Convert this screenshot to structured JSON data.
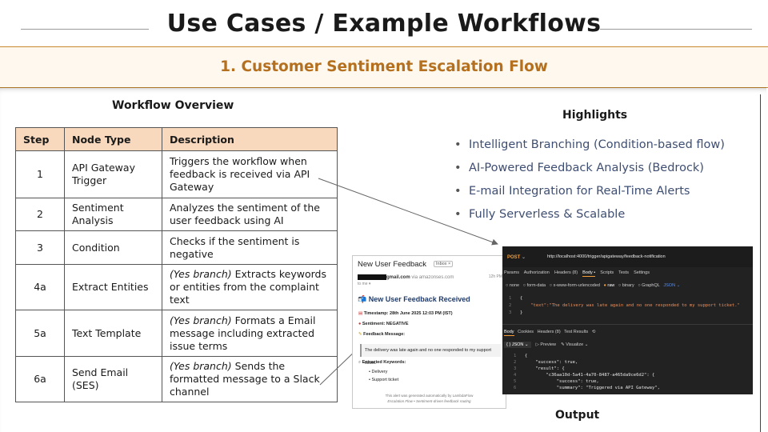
{
  "header": {
    "title": "Use Cases / Example Workflows",
    "subtitle": "1. Customer Sentiment Escalation Flow"
  },
  "workflow": {
    "title": "Workflow Overview",
    "columns": [
      "Step",
      "Node Type",
      "Description"
    ],
    "rows": [
      {
        "step": "1",
        "node": "API Gateway Trigger",
        "desc_prefix": "",
        "desc": "Triggers the workflow when feedback is received via API Gateway"
      },
      {
        "step": "2",
        "node": "Sentiment Analysis",
        "desc_prefix": "",
        "desc": "Analyzes the sentiment of the user feedback using AI"
      },
      {
        "step": "3",
        "node": "Condition",
        "desc_prefix": "",
        "desc": "Checks if the sentiment is negative"
      },
      {
        "step": "4a",
        "node": "Extract Entities",
        "desc_prefix": "(Yes branch)",
        "desc": " Extracts keywords or entities from the complaint text"
      },
      {
        "step": "5a",
        "node": "Text Template",
        "desc_prefix": "(Yes branch)",
        "desc": " Formats a Email message including extracted issue terms"
      },
      {
        "step": "6a",
        "node": "Send Email (SES)",
        "desc_prefix": "(Yes branch)",
        "desc": " Sends the formatted message to a Slack channel"
      }
    ]
  },
  "highlights": {
    "title": "Highlights",
    "items": [
      "Intelligent Branching (Condition-based flow)",
      "AI-Powered Feedback Analysis (Bedrock)",
      "E-mail Integration for Real-Time Alerts",
      "Fully Serverless & Scalable"
    ]
  },
  "email": {
    "subject": "New User Feedback",
    "inbox_badge": "Inbox ×",
    "from_domain": "gmail.com",
    "via": "via amazonses.com",
    "to_me": "to me ▾",
    "time": "12h PM",
    "heading": "New User Feedback Received",
    "timestamp": "Timestamp: 28th June 2025 12:03 PM (IST)",
    "sentiment": "Sentiment: NEGATIVE",
    "feedback_label": "Feedback Message:",
    "feedback_text": "The delivery was late again and no one responded to my support ticket.",
    "keywords_label": "Extracted Keywords:",
    "keywords": [
      "Delivery",
      "Support ticket"
    ],
    "footer_1": "This alert was generated automatically by LambdaFlow",
    "footer_2": "Escalation Flow • Sentiment-driven feedback routing",
    "icons": {
      "heading": "mailbox-icon",
      "timestamp": "calendar-icon",
      "sentiment": "sentiment-icon",
      "feedback": "note-icon",
      "keywords": "search-icon"
    }
  },
  "postman": {
    "method": "POST",
    "url": "http://localhost:4000/trigger/apigateway/feedback-notification",
    "req_tabs": [
      "Params",
      "Authorization",
      "Headers (8)",
      "Body •",
      "Scripts",
      "Tests",
      "Settings"
    ],
    "active_req_tab": "Body •",
    "body_types": [
      "none",
      "form-data",
      "x-www-form-urlencoded",
      "raw",
      "binary",
      "GraphQL"
    ],
    "body_format": "JSON ⌄",
    "request_lines": [
      "{",
      "\"text\":\"The delivery was late again and no one responded to my support ticket.\"",
      "}"
    ],
    "res_tabs": [
      "Body",
      "Cookies",
      "Headers (8)",
      "Test Results",
      "⟲"
    ],
    "res_controls": [
      "{ } JSON ⌄",
      "▷ Preview",
      "✎ Visualize ⌄"
    ],
    "response_lines": [
      "{",
      "\"success\": true,",
      "\"result\": {",
      "\"c36aa10d-5a41-4a70-8487-a465da9ce6d2\": {",
      "\"success\": true,",
      "\"summary\": \"Triggered via API Gateway\","
    ]
  },
  "output_label": "Output",
  "colors": {
    "accent": "#b4701e",
    "band_border": "#c98a2e",
    "table_header": "#f8d9bd",
    "highlight_text": "#3e4e72"
  }
}
